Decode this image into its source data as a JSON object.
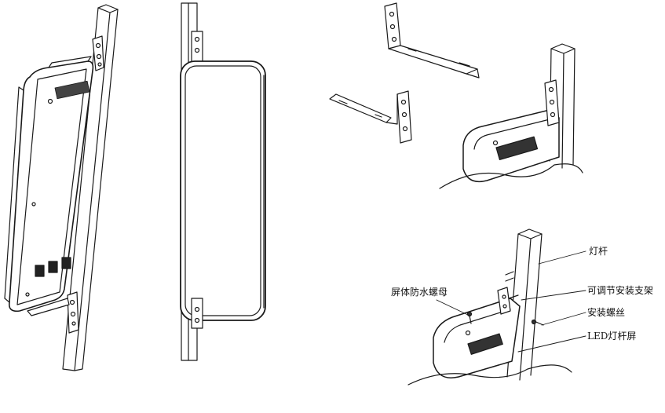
{
  "callouts": {
    "light_pole": "灯杆",
    "adjustable_bracket": "可调节安装支架",
    "mounting_screw": "安装螺丝",
    "led_pole_screen": "LED灯杆屏",
    "waterproof_nut": "屏体防水螺母"
  }
}
